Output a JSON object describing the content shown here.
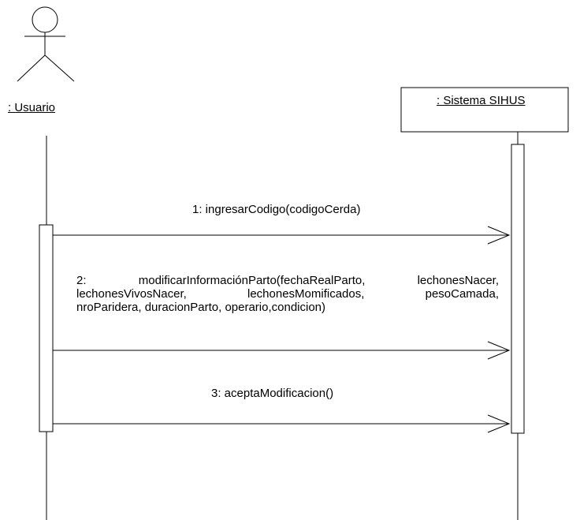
{
  "actors": [
    {
      "id": "usuario",
      "label": ": Usuario"
    },
    {
      "id": "sistema",
      "label": ": Sistema SIHUS"
    }
  ],
  "messages": [
    {
      "label": "1: ingresarCodigo(codigoCerda)"
    },
    {
      "lines": [
        "2:  modificarInformaciónParto(fechaRealParto,  lechonesNacer,",
        "lechonesVivosNacer,  lechonesMomificados,  pesoCamada,",
        "nroParidera, duracionParto, operario,condicion)"
      ]
    },
    {
      "label": "3: aceptaModificacion()"
    }
  ]
}
